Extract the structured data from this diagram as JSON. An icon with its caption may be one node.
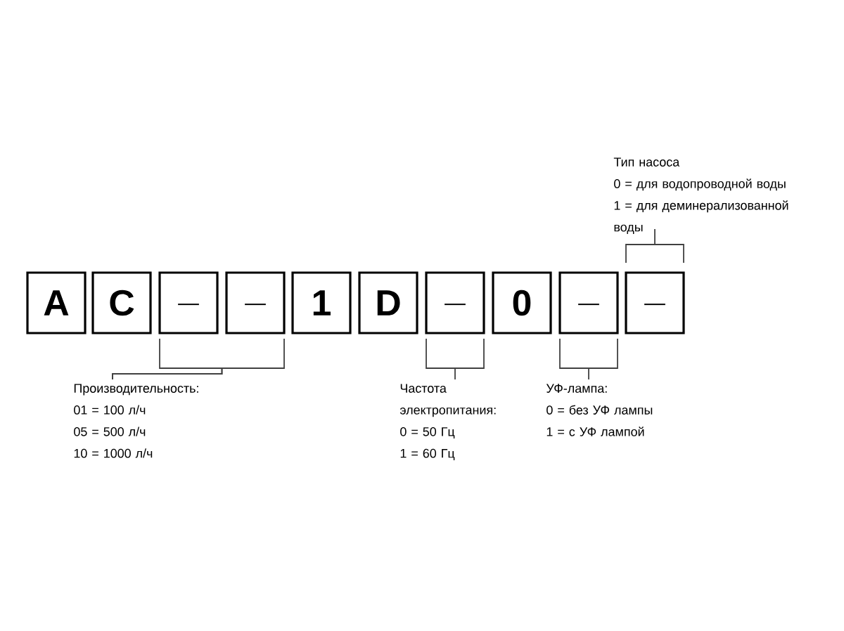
{
  "diagram": {
    "nodes": [
      {
        "text": [
          "A"
        ]
      },
      {
        "text": [
          "C"
        ]
      },
      {
        "text": [
          "_"
        ]
      },
      {
        "text": [
          "_"
        ]
      },
      {
        "text": [
          "1"
        ]
      },
      {
        "text": [
          "D"
        ]
      },
      {
        "text": [
          "_"
        ]
      },
      {
        "text": [
          "0"
        ]
      },
      {
        "text": [
          "_"
        ]
      },
      {
        "text": [
          "_"
        ]
      },
      {
        "text": [
          "Производительность:",
          "01 = 100 л/ч",
          "05 = 500 л/ч",
          "10 = 1000 л/ч"
        ]
      },
      {
        "text": [
          "Частота электропитания:",
          "0 = 50 Гц",
          "1 = 60 Гц"
        ]
      },
      {
        "text": [
          "УФ-лампа:",
          "0 = без УФ лампы",
          "1 = с УФ лампой"
        ]
      },
      {
        "text": [
          "Тип насоса",
          "0 = для водопроводной воды",
          "1 = для деминерализованной воды"
        ]
      }
    ],
    "edges": [
      {
        "from": 10,
        "to": 2,
        "arrow": "none"
      },
      {
        "from": 10,
        "to": 3,
        "arrow": "none"
      },
      {
        "from": 11,
        "to": 6,
        "arrow": "none"
      },
      {
        "from": 12,
        "to": 8,
        "arrow": "none"
      },
      {
        "from": 13,
        "to": 9,
        "arrow": "none"
      }
    ]
  }
}
